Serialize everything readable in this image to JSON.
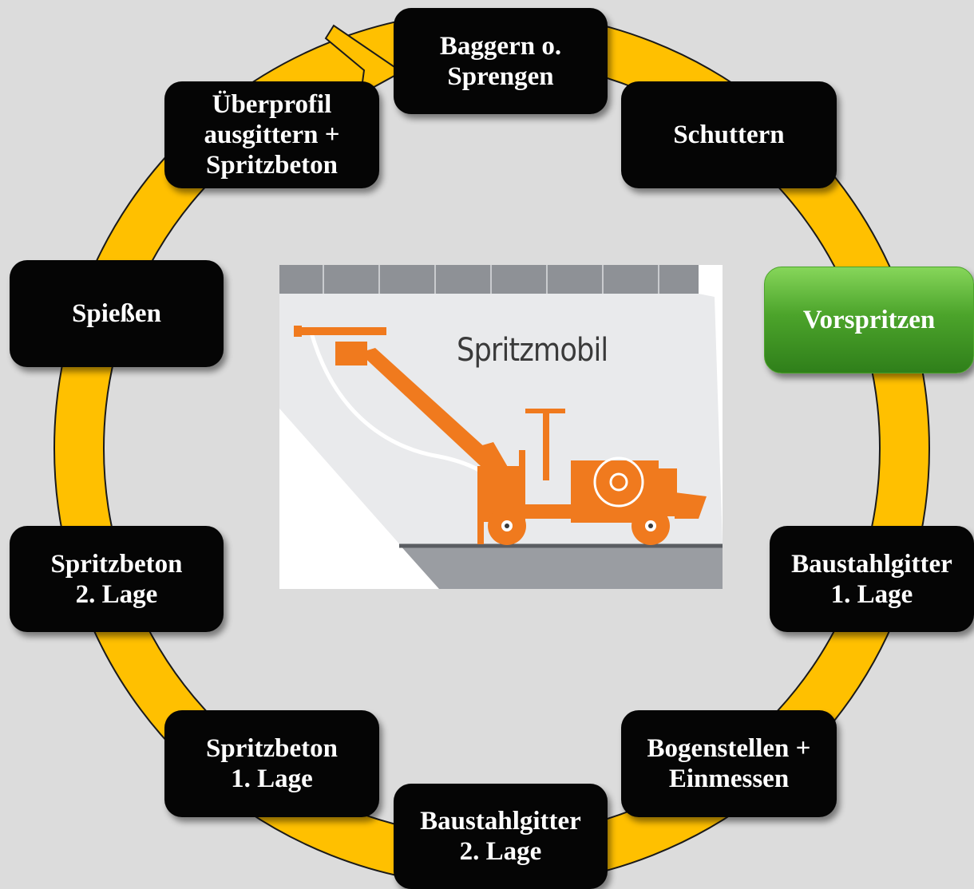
{
  "colors": {
    "ring": "#ffc000",
    "ring_outline": "#1a1a1a",
    "step_box": "#050505",
    "active_step": "#4ca42b",
    "background": "#dcdcdc",
    "machine": "#f07a1e"
  },
  "center_image": {
    "caption": "Spritzmobil",
    "content": "spraying-machine-illustration"
  },
  "steps": [
    {
      "id": "baggern",
      "label": "Baggern o.\nSprengen",
      "active": false
    },
    {
      "id": "schuttern",
      "label": "Schuttern",
      "active": false
    },
    {
      "id": "vorspritzen",
      "label": "Vorspritzen",
      "active": true
    },
    {
      "id": "baustahlgitter-1",
      "label": "Baustahlgitter\n1. Lage",
      "active": false
    },
    {
      "id": "bogenstellen",
      "label": "Bogenstellen +\nEinmessen",
      "active": false
    },
    {
      "id": "baustahlgitter-2",
      "label": "Baustahlgitter\n2. Lage",
      "active": false
    },
    {
      "id": "spritzbeton-1",
      "label": "Spritzbeton\n1. Lage",
      "active": false
    },
    {
      "id": "spritzbeton-2",
      "label": "Spritzbeton\n2. Lage",
      "active": false
    },
    {
      "id": "spiessen",
      "label": "Spießen",
      "active": false
    },
    {
      "id": "ueberprofil",
      "label": "Überprofil\nausgittern +\nSpritzbeton",
      "active": false
    }
  ]
}
